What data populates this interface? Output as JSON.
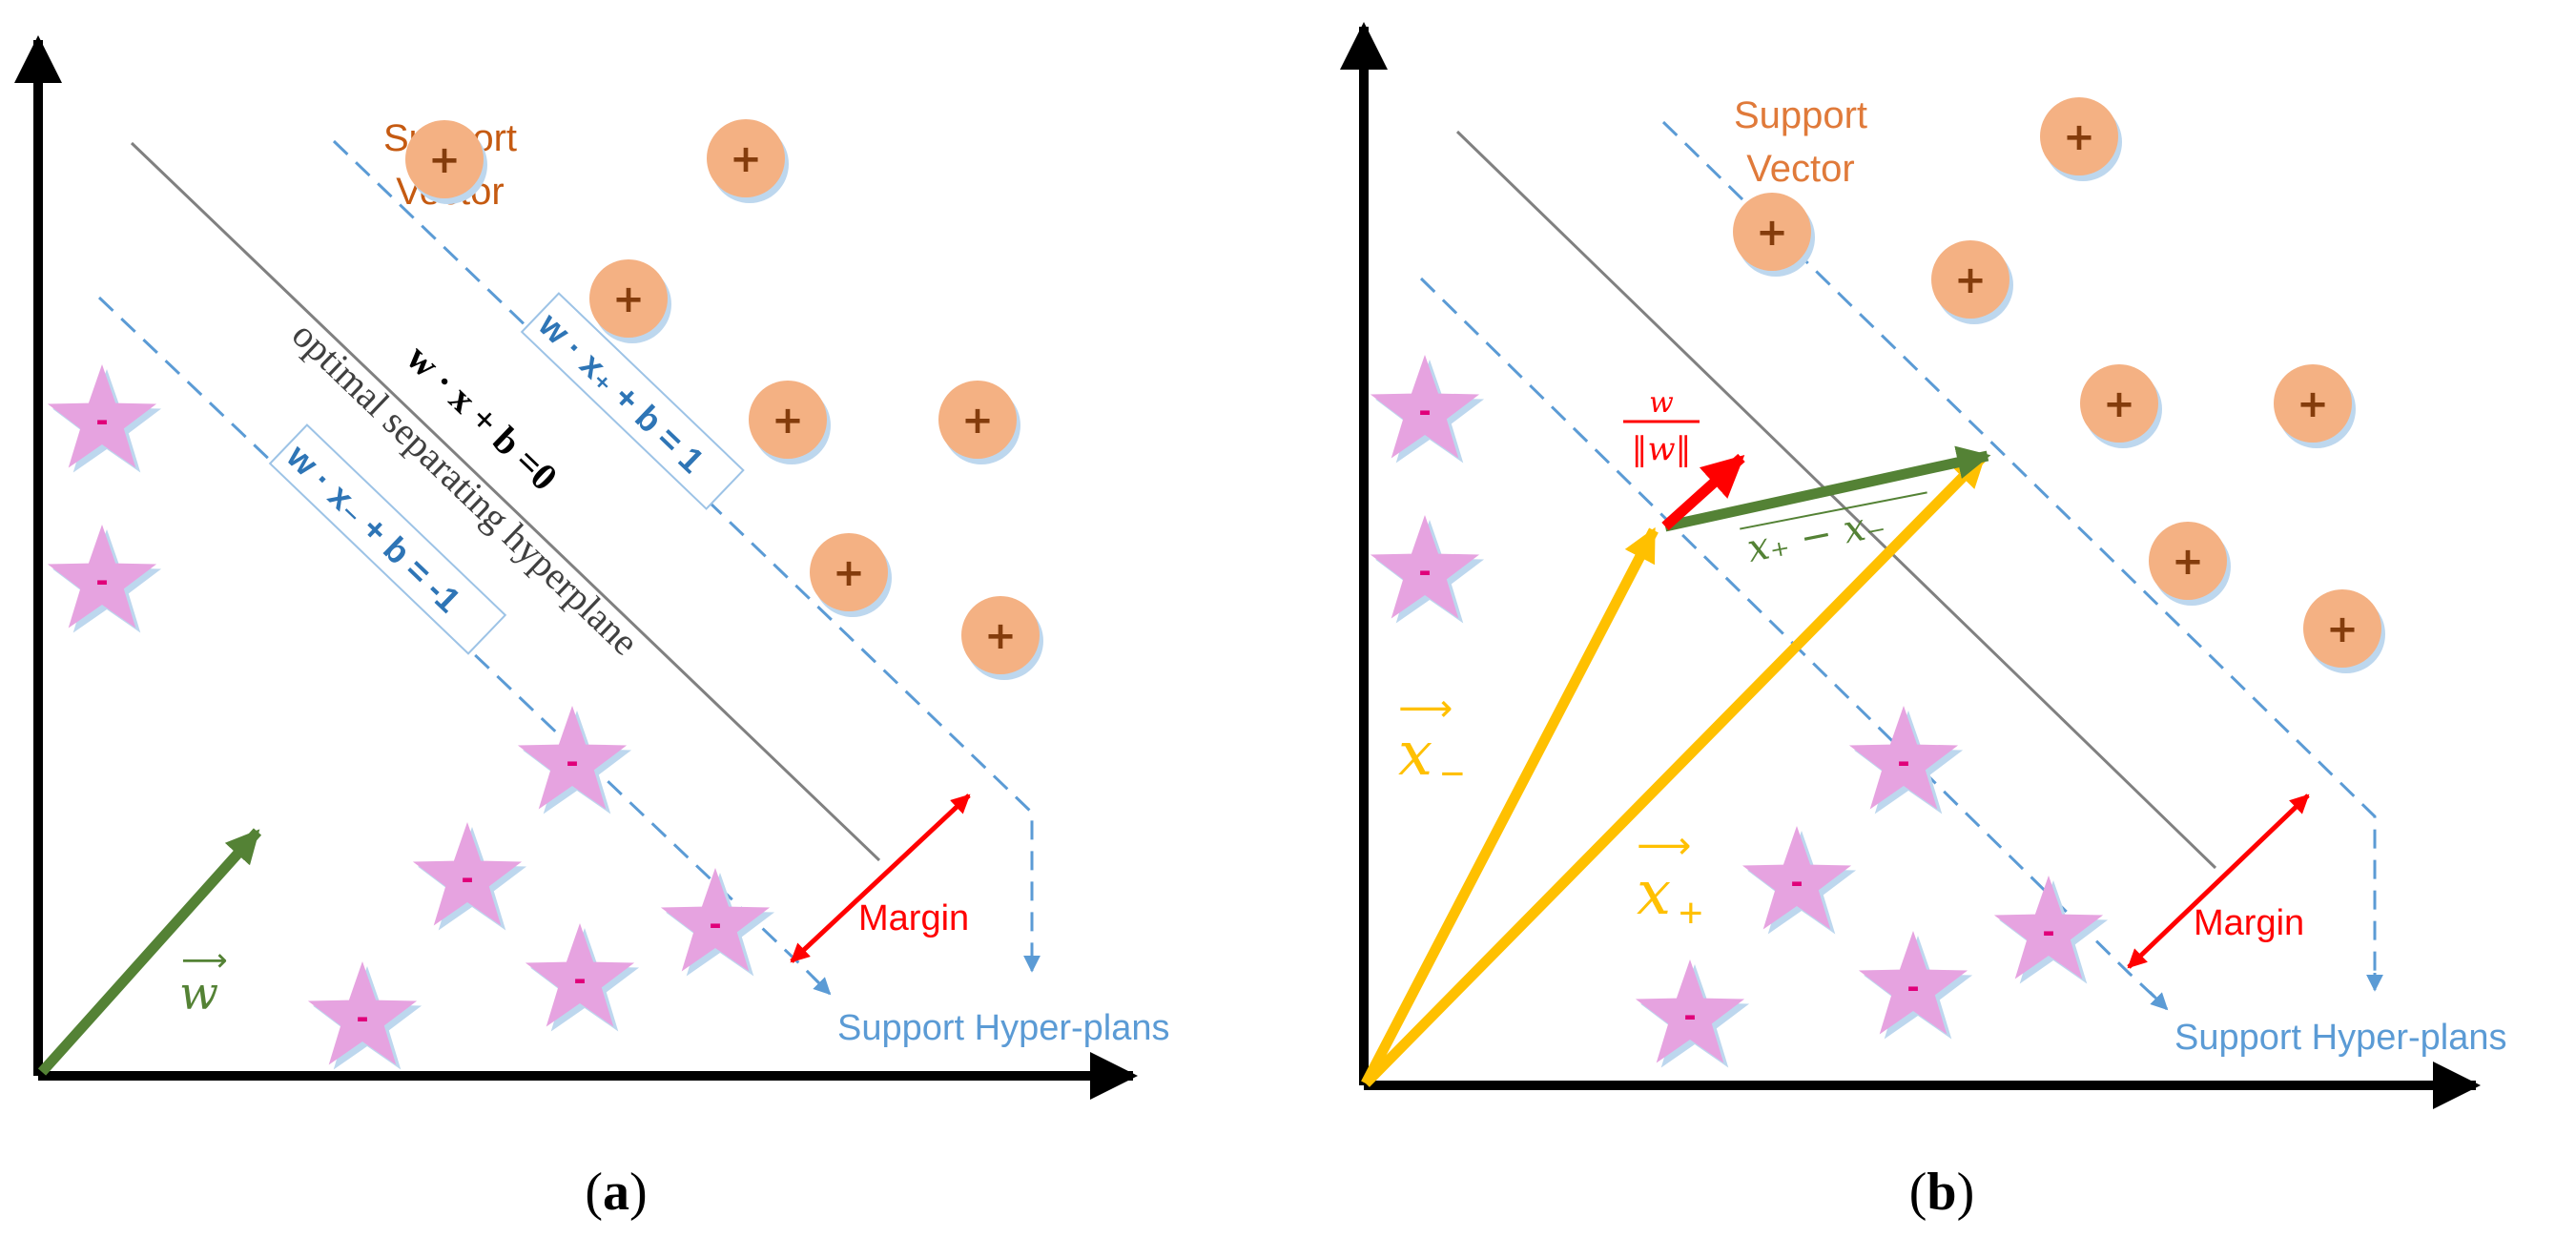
{
  "colors": {
    "axis": "#000000",
    "support_line": "#5B9BD5",
    "optimal_line": "#808080",
    "margin_arrow": "#FF0000",
    "w_arrow": "#548235",
    "x_vectors": "#FFC000",
    "plus_fill": "#F4B183",
    "plus_shadow": "#BDD7EE",
    "plus_sign": "#843C0C",
    "star_fill": "#E6A3E0",
    "star_sign": "#E0007A",
    "support_vector_text": "#C55A11",
    "label_blue": "#5B9BD5",
    "eq_blue": "#2E75B6"
  },
  "icons": {
    "positive_sample": "plus-circle-icon",
    "negative_sample": "minus-star-icon"
  },
  "panel_a": {
    "caption_letter": "a",
    "support_vector_label": [
      "Support",
      "Vector"
    ],
    "plus_sign": "+",
    "minus_sign": "-",
    "margin_label": "Margin",
    "support_hyperplanes_label": "Support Hyper-plans",
    "w_label": "w",
    "hyperplane_equation": "w · x + b =0",
    "hyperplane_name": "optimal separating hyperplane",
    "upper_support_eq": "w · x₊ + b = 1",
    "lower_support_eq": "w · x₋ + b = -1"
  },
  "panel_b": {
    "caption_letter": "b",
    "support_vector_label": [
      "Support",
      "Vector"
    ],
    "plus_sign": "+",
    "minus_sign": "-",
    "margin_label": "Margin",
    "support_hyperplanes_label": "Support Hyper-plans",
    "x_minus_label": "x",
    "x_minus_sub": "−",
    "x_plus_label": "x",
    "x_plus_sub": "+",
    "unit_w_numerator": "w",
    "unit_w_denominator": "‖w‖",
    "difference_label": "x₊ − x₋"
  }
}
